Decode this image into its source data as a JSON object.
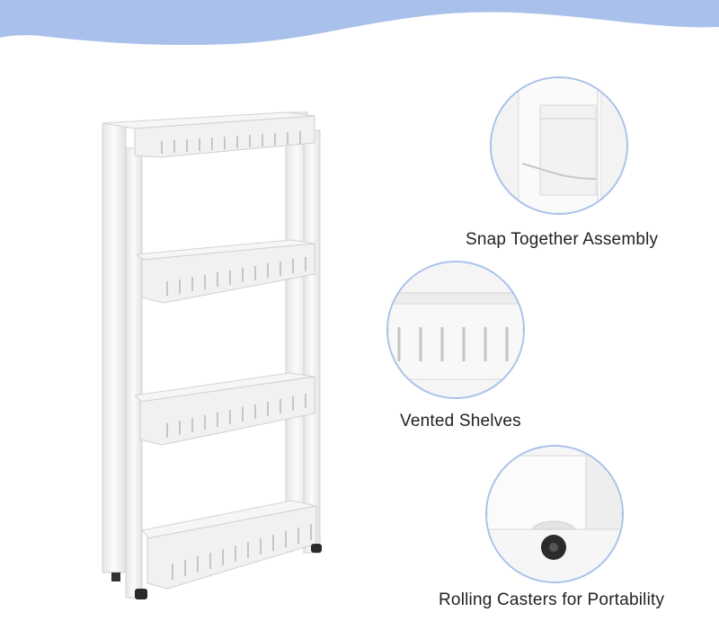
{
  "colors": {
    "banner": "#a9c1ea",
    "callout_border": "#a9c1ea",
    "product_white": "#f4f4f4",
    "product_shade": "#d9d9d9",
    "caption_text": "#222222"
  },
  "features": [
    {
      "caption": "Snap Together Assembly"
    },
    {
      "caption": "Vented Shelves"
    },
    {
      "caption": "Rolling Casters for Portability"
    }
  ]
}
